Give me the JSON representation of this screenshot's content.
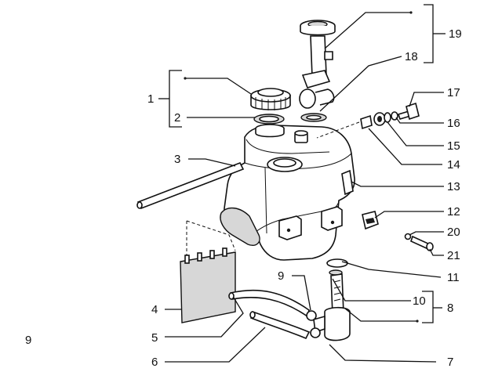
{
  "page_label": "9",
  "callouts": [
    "1",
    "2",
    "3",
    "4",
    "5",
    "6",
    "7",
    "8",
    "9",
    "10",
    "11",
    "12",
    "13",
    "14",
    "15",
    "16",
    "17",
    "18",
    "19",
    "20",
    "21"
  ]
}
